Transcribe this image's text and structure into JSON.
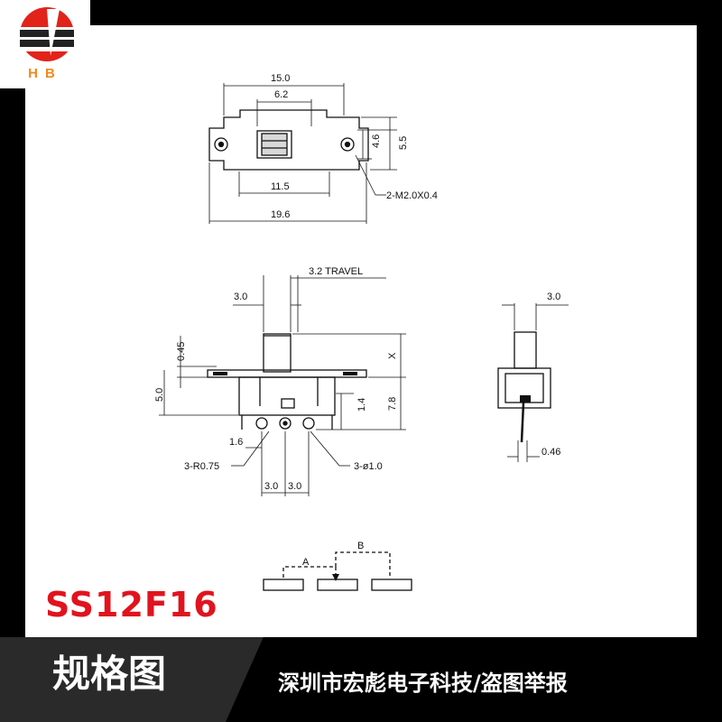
{
  "brand": {
    "logo_text": "HB"
  },
  "model": "SS12F16",
  "footer": {
    "title": "规格图",
    "company": "深圳市宏彪电子科技/盗图举报"
  },
  "colors": {
    "model_red": "#e0141e",
    "logo_orange": "#f08a1c",
    "logo_red": "#e2231a",
    "footer_dark": "#2a2a2a"
  },
  "top_view": {
    "overall_top": "15.0",
    "slot": "6.2",
    "height_inner": "4.6",
    "height_outer": "5.5",
    "hole_spacing": "11.5",
    "overall_bottom": "19.6",
    "hole_callout": "2-M2.0X0.4"
  },
  "front_view": {
    "travel": "3.2 TRAVEL",
    "knob_width": "3.0",
    "flange": "0.45",
    "body_height": "5.0",
    "x_label": "X",
    "total_height": "7.8",
    "terminal_length": "1.4",
    "terminal_offset": "1.6",
    "radius_callout": "3-R0.75",
    "hole_callout": "3-ø1.0",
    "pitch_1": "3.0",
    "pitch_2": "3.0"
  },
  "side_view": {
    "knob_width": "3.0",
    "pin_thickness": "0.46"
  },
  "schematic": {
    "label_a": "A",
    "label_b": "B"
  }
}
